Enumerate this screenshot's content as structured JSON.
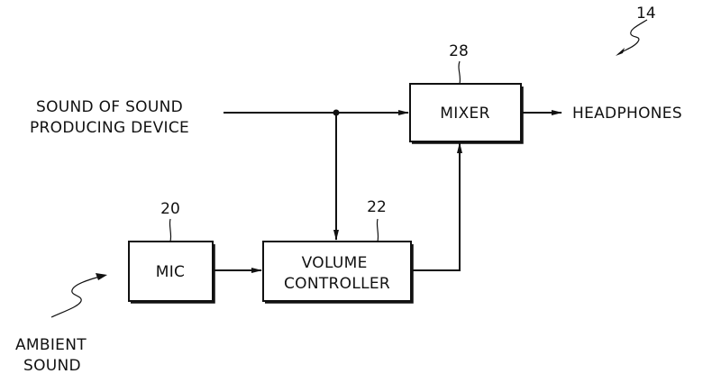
{
  "figure": {
    "reference": "14",
    "inputs": {
      "sound_source": [
        "SOUND OF SOUND",
        "PRODUCING DEVICE"
      ],
      "ambient": [
        "AMBIENT",
        "SOUND"
      ]
    },
    "output": "HEADPHONES",
    "blocks": {
      "mixer": {
        "label": "MIXER",
        "ref": "28"
      },
      "mic": {
        "label": "MIC",
        "ref": "20"
      },
      "volume_controller": {
        "label": [
          "VOLUME",
          "CONTROLLER"
        ],
        "ref": "22"
      }
    },
    "connections": [
      {
        "from": "SOUND OF SOUND PRODUCING DEVICE",
        "to": "MIXER"
      },
      {
        "from": "SOUND OF SOUND PRODUCING DEVICE",
        "to": "VOLUME CONTROLLER"
      },
      {
        "from": "AMBIENT SOUND",
        "to": "MIC"
      },
      {
        "from": "MIC",
        "to": "VOLUME CONTROLLER"
      },
      {
        "from": "VOLUME CONTROLLER",
        "to": "MIXER"
      },
      {
        "from": "MIXER",
        "to": "HEADPHONES"
      }
    ]
  }
}
